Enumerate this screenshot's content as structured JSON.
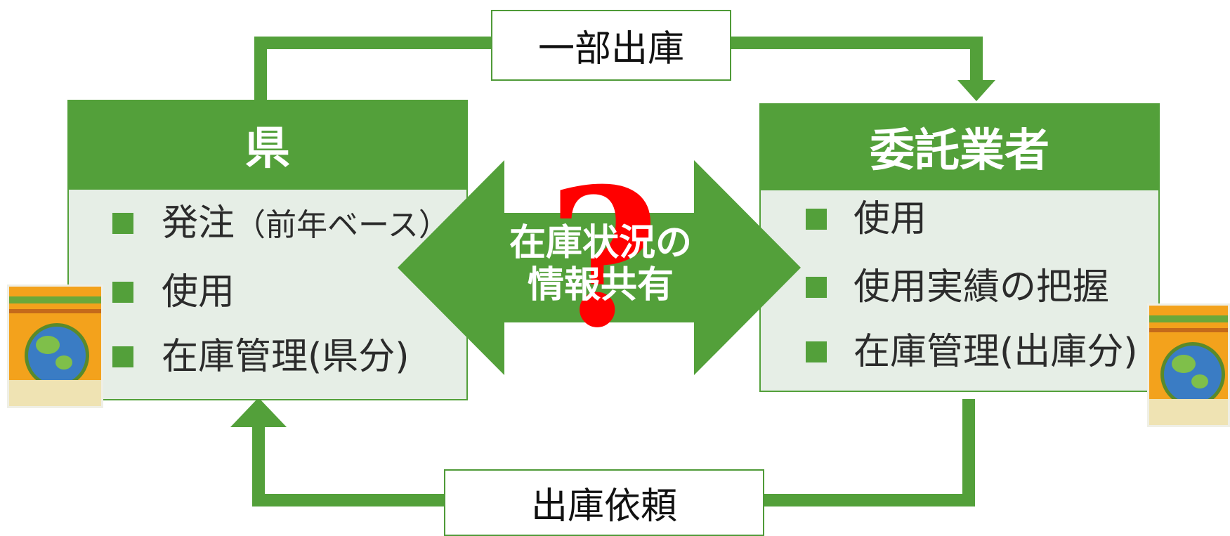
{
  "colors": {
    "green": "#53a03a",
    "panel_body": "#e6eee6",
    "question": "#ff0000"
  },
  "flows": {
    "top_label": "一部出庫",
    "bottom_label": "出庫依頼"
  },
  "left_panel": {
    "title": "県",
    "items": [
      {
        "text": "発注",
        "note": "（前年ベース）"
      },
      {
        "text": "使用"
      },
      {
        "text": "在庫管理(県分)"
      }
    ]
  },
  "right_panel": {
    "title": "委託業者",
    "items": [
      {
        "text": "使用"
      },
      {
        "text": "使用実績の把握"
      },
      {
        "text": "在庫管理(出庫分)"
      }
    ]
  },
  "center": {
    "line1": "在庫状況の",
    "line2": "情報共有",
    "question_mark": "?"
  },
  "icons": {
    "left_booklet": "booklet-image",
    "right_booklet": "booklet-image",
    "bullet": "square-bullet"
  }
}
